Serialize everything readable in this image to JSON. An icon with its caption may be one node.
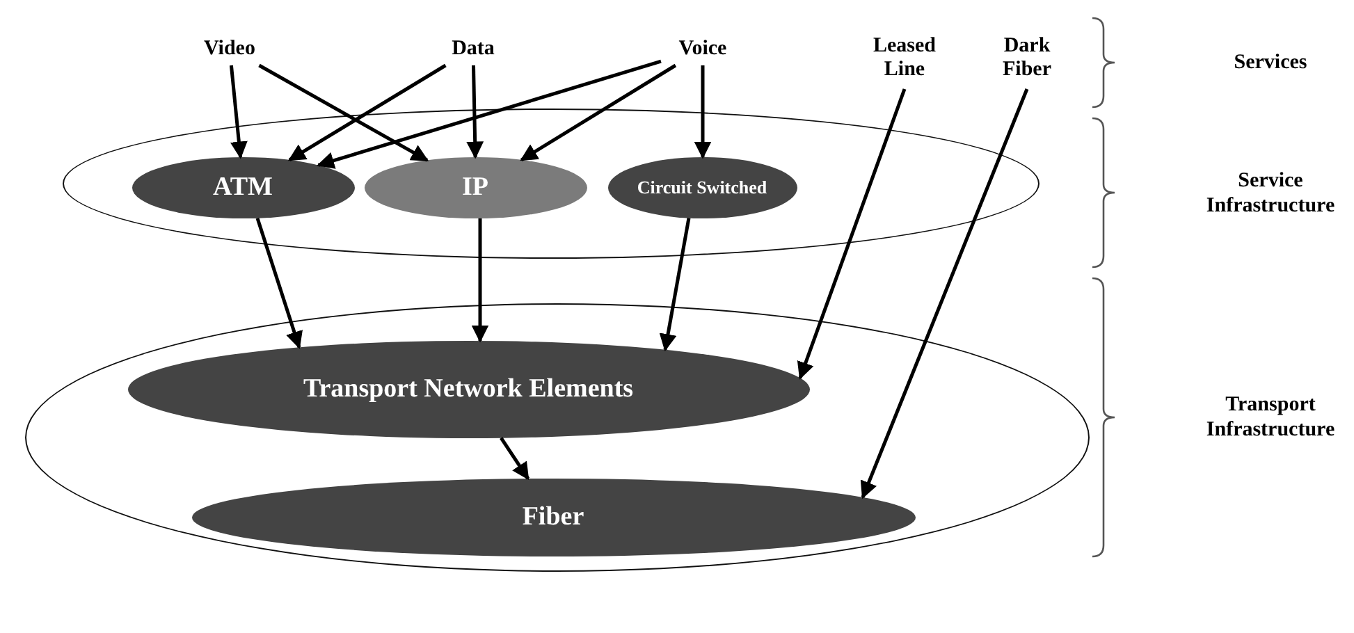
{
  "diagram": {
    "nodes": [
      {
        "text": [
          "Video"
        ]
      },
      {
        "text": [
          "Data"
        ]
      },
      {
        "text": [
          "Voice"
        ]
      },
      {
        "text": [
          "Leased Line"
        ]
      },
      {
        "text": [
          "Dark Fiber"
        ]
      },
      {
        "text": [],
        "shape": "ellipse"
      },
      {
        "text": [
          "ATM"
        ],
        "in": 5
      },
      {
        "text": [
          "IP"
        ],
        "in": 5
      },
      {
        "text": [
          "Circuit Switched"
        ],
        "in": 5
      },
      {
        "text": [],
        "shape": "ellipse"
      },
      {
        "text": [
          "Transport Network Elements"
        ],
        "in": 9
      },
      {
        "text": [
          "Fiber"
        ],
        "in": 9
      }
    ],
    "edges": [
      {
        "from": 0,
        "to": 6,
        "arrow": "to"
      },
      {
        "from": 0,
        "to": 7,
        "arrow": "to"
      },
      {
        "from": 1,
        "to": 6,
        "arrow": "to"
      },
      {
        "from": 1,
        "to": 7,
        "arrow": "to"
      },
      {
        "from": 2,
        "to": 6,
        "arrow": "to"
      },
      {
        "from": 2,
        "to": 7,
        "arrow": "to"
      },
      {
        "from": 2,
        "to": 8,
        "arrow": "to"
      },
      {
        "from": 6,
        "to": 10,
        "arrow": "to"
      },
      {
        "from": 7,
        "to": 10,
        "arrow": "to"
      },
      {
        "from": 8,
        "to": 10,
        "arrow": "to"
      },
      {
        "from": 3,
        "to": 10,
        "arrow": "to"
      },
      {
        "from": 10,
        "to": 11,
        "arrow": "to"
      },
      {
        "from": 4,
        "to": 11,
        "arrow": "to"
      }
    ],
    "labels": [
      "Services",
      "Service Infrastructure",
      "Transport Infrastructure"
    ]
  }
}
